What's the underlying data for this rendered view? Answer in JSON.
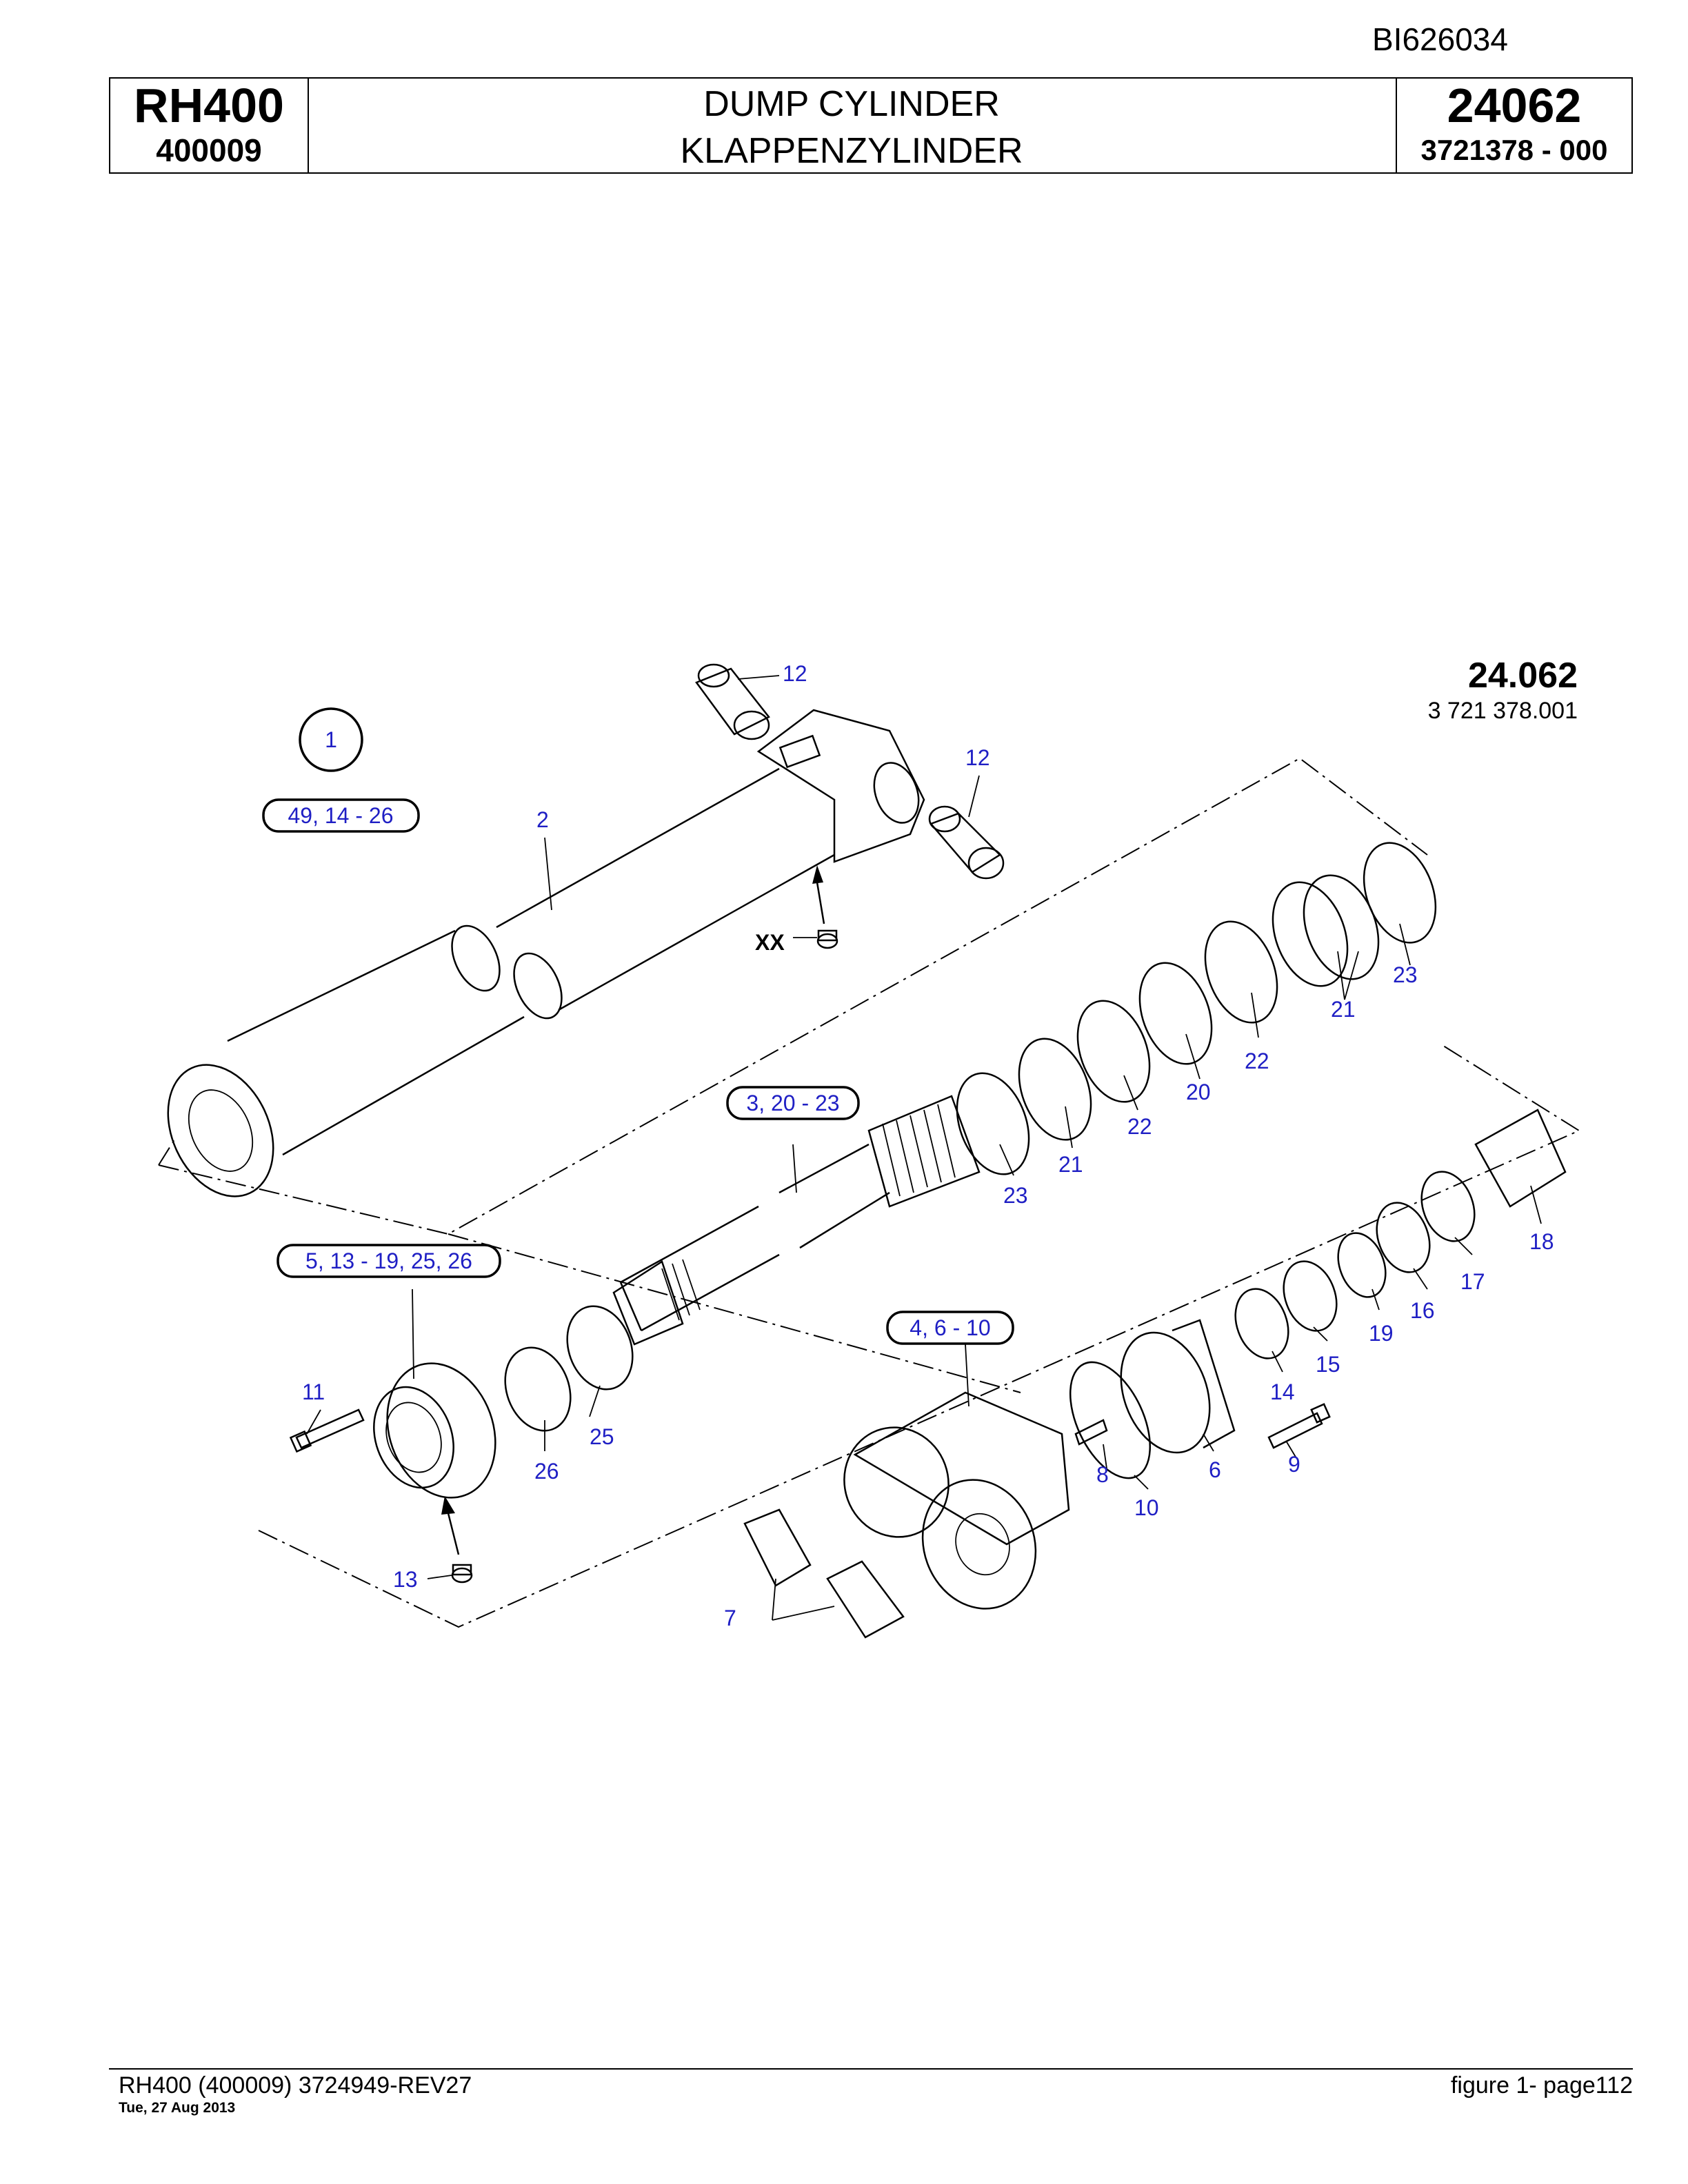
{
  "header": {
    "doc_id": "BI626034",
    "model": "RH400",
    "serial": "400009",
    "title_en": "DUMP CYLINDER",
    "title_de": "KLAPPENZYLINDER",
    "group_no": "24062",
    "part_no": "3721378  - 000"
  },
  "figure": {
    "number": "24.062",
    "part": "3 721 378.001"
  },
  "callouts": {
    "circle_item": "1",
    "group_1": "49, 14 - 26",
    "group_piston": "3, 20 - 23",
    "group_head": "5, 13 - 19, 25, 26",
    "group_eye": "4, 6 - 10",
    "xx": "XX",
    "labels": [
      "12",
      "12",
      "2",
      "23",
      "21",
      "22",
      "22",
      "20",
      "21",
      "23",
      "18",
      "17",
      "16",
      "19",
      "15",
      "14",
      "6",
      "9",
      "10",
      "8",
      "7",
      "25",
      "26",
      "11",
      "13"
    ]
  },
  "footer": {
    "left": "RH400 (400009) 3724949-REV27",
    "date": "Tue, 27 Aug 2013",
    "right": "figure  1- page112"
  }
}
